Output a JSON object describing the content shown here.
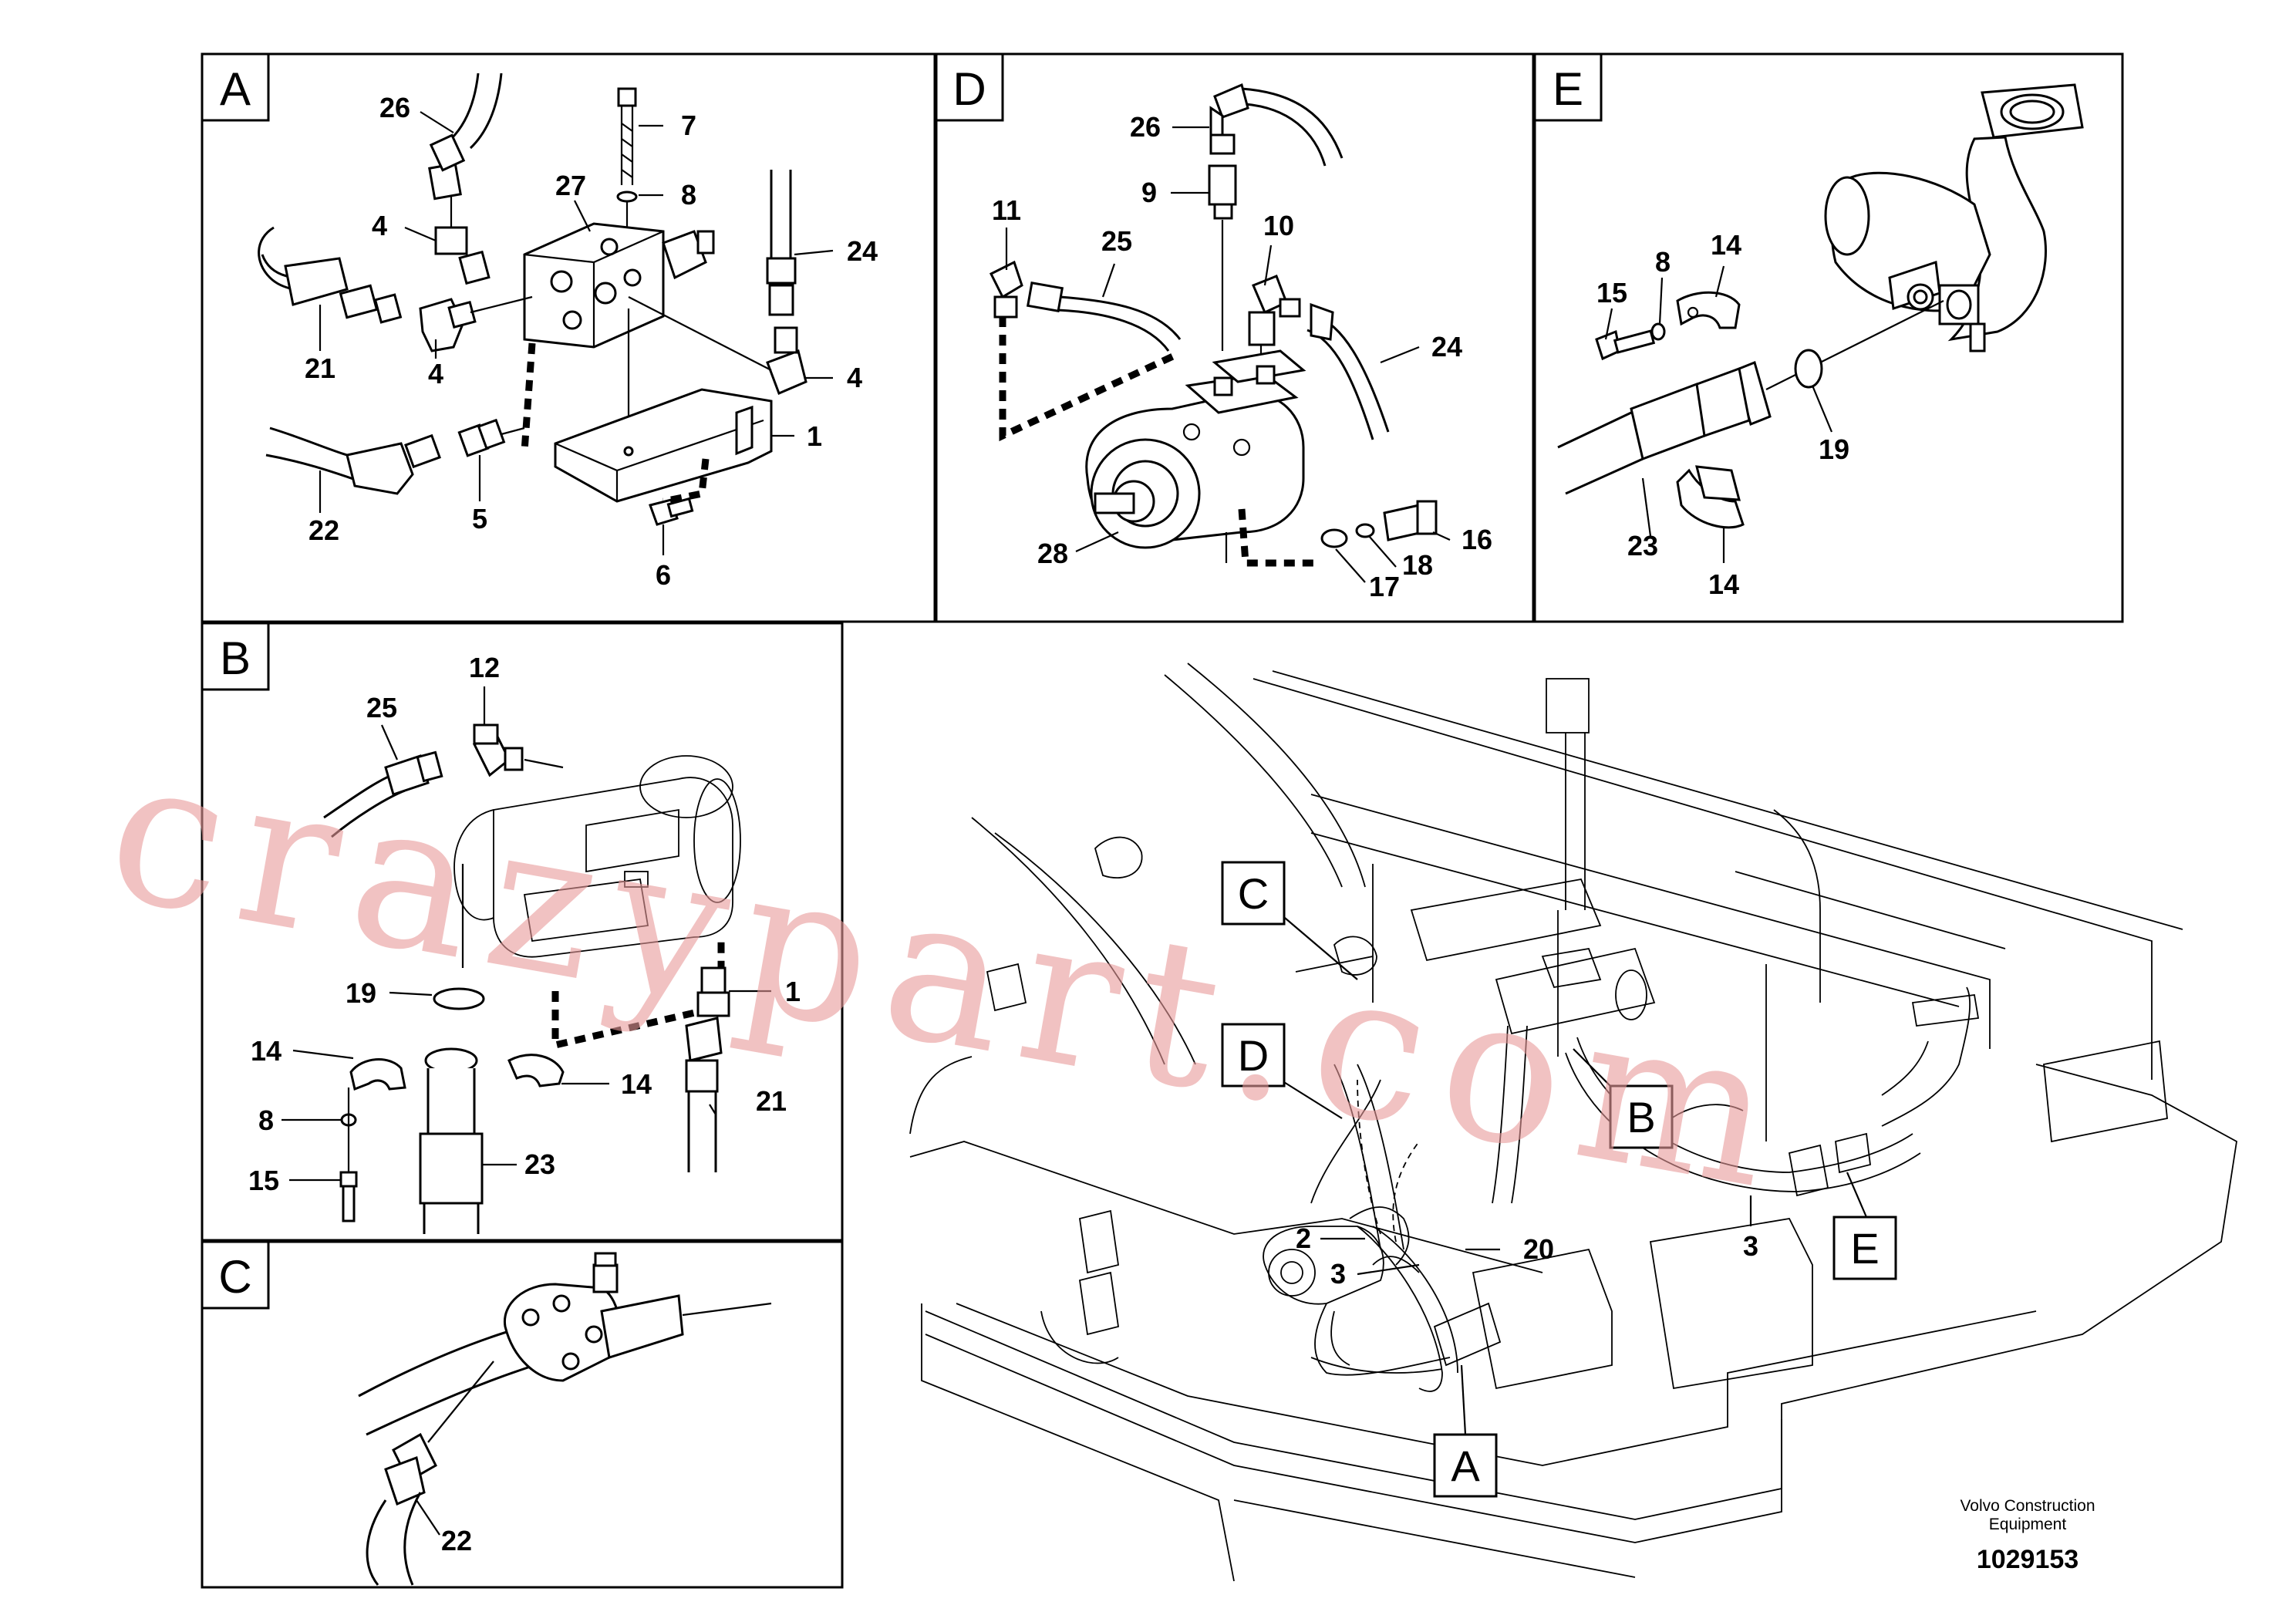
{
  "panels": [
    {
      "id": "A",
      "label": "A",
      "parts": [
        "26",
        "7",
        "27",
        "8",
        "4",
        "24",
        "21",
        "4",
        "4",
        "1",
        "22",
        "5",
        "6"
      ]
    },
    {
      "id": "D",
      "label": "D",
      "parts": [
        "26",
        "9",
        "11",
        "25",
        "10",
        "24",
        "28",
        "16",
        "18",
        "17"
      ]
    },
    {
      "id": "E",
      "label": "E",
      "parts": [
        "14",
        "15",
        "8",
        "19",
        "23",
        "14"
      ]
    },
    {
      "id": "B",
      "label": "B",
      "parts": [
        "25",
        "12",
        "19",
        "1",
        "14",
        "14",
        "8",
        "21",
        "15",
        "23"
      ]
    },
    {
      "id": "C",
      "label": "C",
      "parts": [
        "22"
      ]
    }
  ],
  "overview": {
    "callouts": [
      "C",
      "D",
      "B",
      "E",
      "A"
    ],
    "parts": [
      "2",
      "3",
      "20",
      "3"
    ]
  },
  "watermark": "crazypart.com",
  "credit": {
    "line1": "Volvo Construction",
    "line2": "Equipment"
  },
  "doc_number": "1029153",
  "colors": {
    "ink": "#000000",
    "watermark": "#e79a9a",
    "background": "#ffffff"
  }
}
